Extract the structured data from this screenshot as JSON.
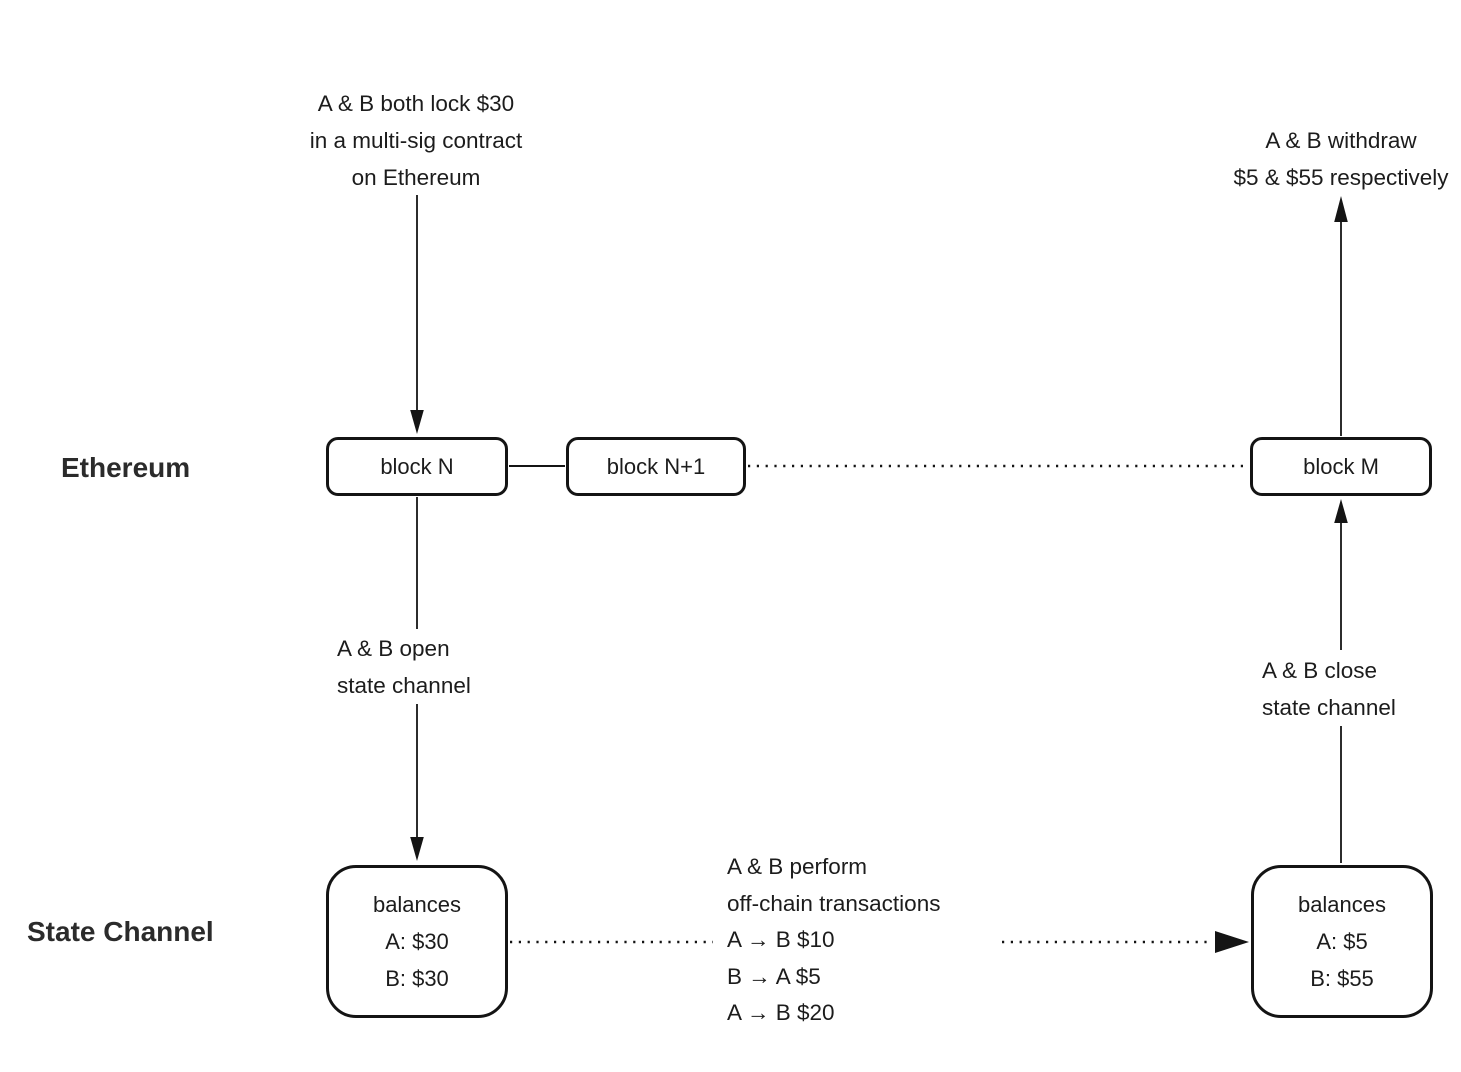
{
  "labels": {
    "ethereum": "Ethereum",
    "state_channel": "State Channel"
  },
  "blocks": {
    "n": "block N",
    "n_plus_1": "block N+1",
    "m": "block M"
  },
  "state_initial": {
    "title": "balances",
    "a": "A: $30",
    "b": "B: $30"
  },
  "state_final": {
    "title": "balances",
    "a": "A: $5",
    "b": "B: $55"
  },
  "notes": {
    "lock": {
      "lines": [
        "A & B both lock $30",
        "in a multi-sig contract",
        "on Ethereum"
      ]
    },
    "open": {
      "lines": [
        "A & B open",
        "state channel"
      ]
    },
    "close": {
      "lines": [
        "A & B close",
        "state channel"
      ]
    },
    "withdraw": {
      "lines": [
        "A & B withdraw",
        "$5 & $55 respectively"
      ]
    },
    "offchain": {
      "lines": [
        "A & B perform",
        "off-chain transactions",
        "A → B $10",
        "B → A $5",
        "A → B $20"
      ]
    }
  },
  "colors": {
    "stroke": "#141414",
    "text": "#1c1c1c",
    "row_label": "#2b2b2b",
    "background": "#ffffff"
  }
}
